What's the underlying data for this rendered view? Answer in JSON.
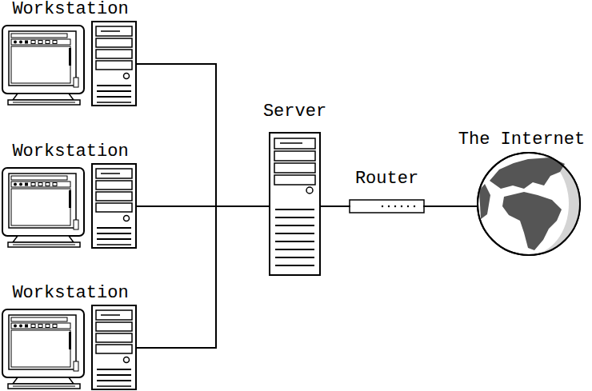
{
  "diagram": {
    "nodes": [
      {
        "text": [
          "Workstation"
        ]
      },
      {
        "text": [
          "Workstation"
        ]
      },
      {
        "text": [
          "Workstation"
        ]
      },
      {
        "text": [
          "Server"
        ]
      },
      {
        "text": [
          "Router"
        ]
      },
      {
        "text": [
          "The Internet"
        ]
      }
    ],
    "edges": [
      {
        "from": 0,
        "to": 3,
        "arrow": "none"
      },
      {
        "from": 1,
        "to": 3,
        "arrow": "none"
      },
      {
        "from": 2,
        "to": 3,
        "arrow": "none"
      },
      {
        "from": 3,
        "to": 4,
        "arrow": "none"
      },
      {
        "from": 4,
        "to": 5,
        "arrow": "none"
      }
    ]
  }
}
